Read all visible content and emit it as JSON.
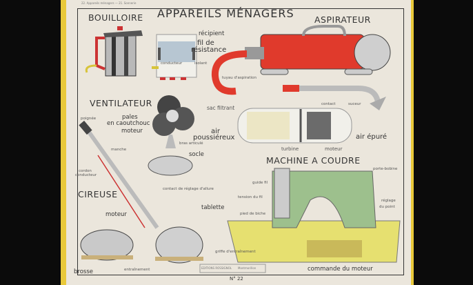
{
  "poster": {
    "title": "APPAREILS MÉNAGERS",
    "number": "N° 22",
    "publisher": "EDITIONS ROSSIGNOL",
    "publisher_city": "Montmorillon",
    "margin_note": "22. Appareils ménagers — 21. Sonnerie"
  },
  "sections": {
    "bouilloire": {
      "title": "BOUILLOIRE",
      "labels": {
        "recipient": "récipient",
        "fil1": "fil de",
        "fil2": "résistance",
        "conducteur": "conducteur",
        "isolant": "isolant"
      }
    },
    "aspirateur": {
      "title": "ASPIRATEUR",
      "labels": {
        "tuyau": "tuyau d'aspiration",
        "suceur": "suceur",
        "sac": "sac filtrant",
        "contact": "contact",
        "air1": "air",
        "air2": "poussiéreux",
        "air_epure": "air épuré",
        "turbine": "turbine",
        "moteur": "moteur"
      }
    },
    "ventilateur": {
      "title": "VENTILATEUR",
      "labels": {
        "pales1": "pales",
        "pales2": "en caoutchouc",
        "moteur": "moteur",
        "bras": "bras articulé",
        "socle": "socle",
        "contact": "contact de réglage d'allure"
      }
    },
    "cireuse": {
      "title": "CIREUSE",
      "labels": {
        "poignee": "poignée",
        "manche": "manche",
        "cordon1": "cordon",
        "cordon2": "conducteur",
        "moteur": "moteur",
        "brosse": "brosse",
        "entrainement": "entraînement"
      }
    },
    "machine": {
      "title": "MACHINE A COUDRE",
      "labels": {
        "porte_bobine": "porte-bobine",
        "guide": "guide fil",
        "tension": "tension du fil",
        "reglage1": "réglage",
        "reglage2": "du point",
        "tablette": "tablette",
        "pied": "pied de biche",
        "griffe": "griffe d'entraînement",
        "commande": "commande du moteur"
      }
    }
  }
}
